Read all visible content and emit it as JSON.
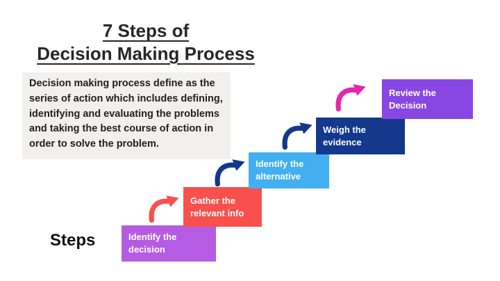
{
  "title": {
    "line1": "7 Steps of",
    "line2": "Decision Making Process"
  },
  "description": "Decision making process define as the series of action which includes defining, identifying and evaluating the problems and taking the best course of action in order to solve the problem.",
  "steps_label": "Steps",
  "steps": [
    {
      "label": "Identify the decision",
      "color": "#b55ce2"
    },
    {
      "label": "Gather the relevant info",
      "color": "#f8504d"
    },
    {
      "label": "Identify the alternative",
      "color": "#41aff0"
    },
    {
      "label": "Weigh the evidence",
      "color": "#13388c"
    },
    {
      "label": "Review the Decision",
      "color": "#8847e3"
    }
  ],
  "arrows": [
    {
      "name": "arrow-step1-to-step2",
      "color": "#f8504d"
    },
    {
      "name": "arrow-step2-to-step3",
      "color": "#13388c"
    },
    {
      "name": "arrow-step3-to-step4",
      "color": "#13388c"
    },
    {
      "name": "arrow-step4-to-step5",
      "color": "#e326ad"
    }
  ],
  "colors": {
    "background": "#ffffff",
    "description_bg": "#f1f0ee",
    "title_text": "#262626"
  }
}
